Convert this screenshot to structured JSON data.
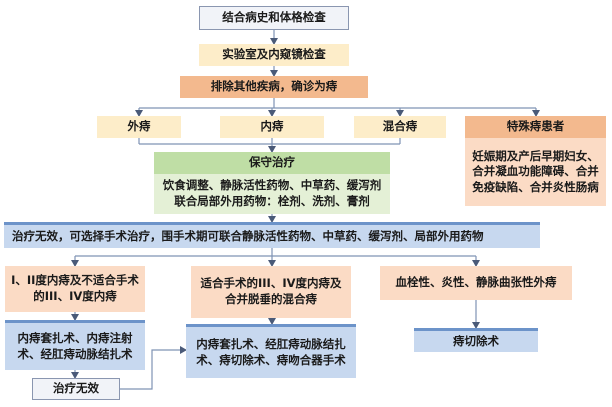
{
  "nodes": {
    "history": "结合病史和体格检查",
    "lab": "实验室及内窥镜检查",
    "exclude": "排除其他疾病，确诊为痔",
    "external": "外痔",
    "internal": "内痔",
    "mixed": "混合痔",
    "special_title": "特殊痔患者",
    "special_desc": "妊娠期及产后早期妇女、合并凝血功能障碍、合并免疫缺陷、合并炎性肠病",
    "conservative_title": "保守治疗",
    "conservative_line1": "饮食调整、静脉活性药物、中草药、缓泻剂",
    "conservative_line2": "联合局部外用药物：栓剂、洗剂、膏剂",
    "ineffective_banner": "治疗无效，可选择手术治疗，围手术期可联合静脉活性药物、中草药、缓泻剂、局部外用药物",
    "grade_left": "I、II度内痔及不适合手术的III、IV度内痔",
    "grade_mid": "适合手术的III、IV度内痔及合并脱垂的混合痔",
    "grade_right": "血栓性、炎性、静脉曲张性外痔",
    "surgery_left": "内痔套扎术、内痔注射术、经肛痔动脉结扎术",
    "surgery_mid": "内痔套扎术、经肛痔动脉结扎术、痔切除术、痔吻合器手术",
    "surgery_right": "痔切除术",
    "ineffective_small": "治疗无效"
  },
  "colors": {
    "line": "#7f93b4",
    "arrow": "#4a5a78"
  }
}
